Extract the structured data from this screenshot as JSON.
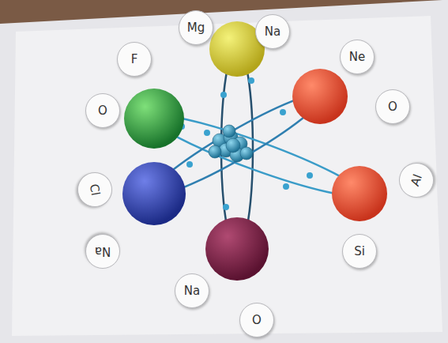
{
  "diagram": {
    "nodes": [
      {
        "text": [
          "Mg"
        ]
      },
      {
        "text": [
          "Na"
        ]
      },
      {
        "text": [
          "F"
        ]
      },
      {
        "text": [
          "Ne"
        ]
      },
      {
        "text": [
          "O"
        ]
      },
      {
        "text": [
          "O"
        ]
      },
      {
        "text": [
          "Cl"
        ]
      },
      {
        "text": [
          "Al"
        ]
      },
      {
        "text": [
          "Na"
        ]
      },
      {
        "text": [
          "Si"
        ]
      },
      {
        "text": [
          "Na"
        ]
      },
      {
        "text": [
          "O"
        ]
      }
    ]
  }
}
